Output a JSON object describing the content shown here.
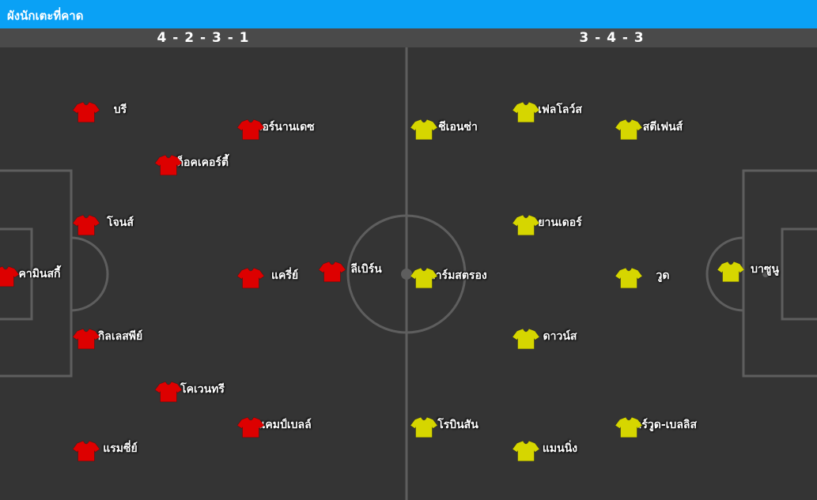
{
  "header": {
    "title": "ผังนักเตะที่คาด"
  },
  "formations": {
    "home": "4 - 2 - 3 - 1",
    "away": "3 - 4 - 3"
  },
  "colors": {
    "home_shirt": "#dd0000",
    "away_shirt": "#d6d600",
    "pitch": "#343434",
    "header": "#0aa1f5"
  },
  "home": {
    "players": [
      {
        "name": "บรี"
      },
      {
        "name": "แอร์นานเดซ"
      },
      {
        "name": "ด็อคเคอร์ตี้"
      },
      {
        "name": "โจนส์"
      },
      {
        "name": "คามินสกี้"
      },
      {
        "name": "แครี่ย์"
      },
      {
        "name": "ลีเบิร์น"
      },
      {
        "name": "กิลเลสพีย์"
      },
      {
        "name": "โคเวนทรี"
      },
      {
        "name": "แคมป์เบลล์"
      },
      {
        "name": "แรมซี่ย์"
      }
    ]
  },
  "away": {
    "players": [
      {
        "name": "ชีเอนซ่า"
      },
      {
        "name": "เฟลโลว์ส"
      },
      {
        "name": "สตีเฟนส์"
      },
      {
        "name": "ยานเดอร์"
      },
      {
        "name": "อาร์มสตรอง"
      },
      {
        "name": "วูด"
      },
      {
        "name": "บาซูนู"
      },
      {
        "name": "ดาวน์ส"
      },
      {
        "name": "โรบินสัน"
      },
      {
        "name": "แมนนิ่ง"
      },
      {
        "name": "ฮาร์วูด-เบลลิส"
      }
    ]
  }
}
